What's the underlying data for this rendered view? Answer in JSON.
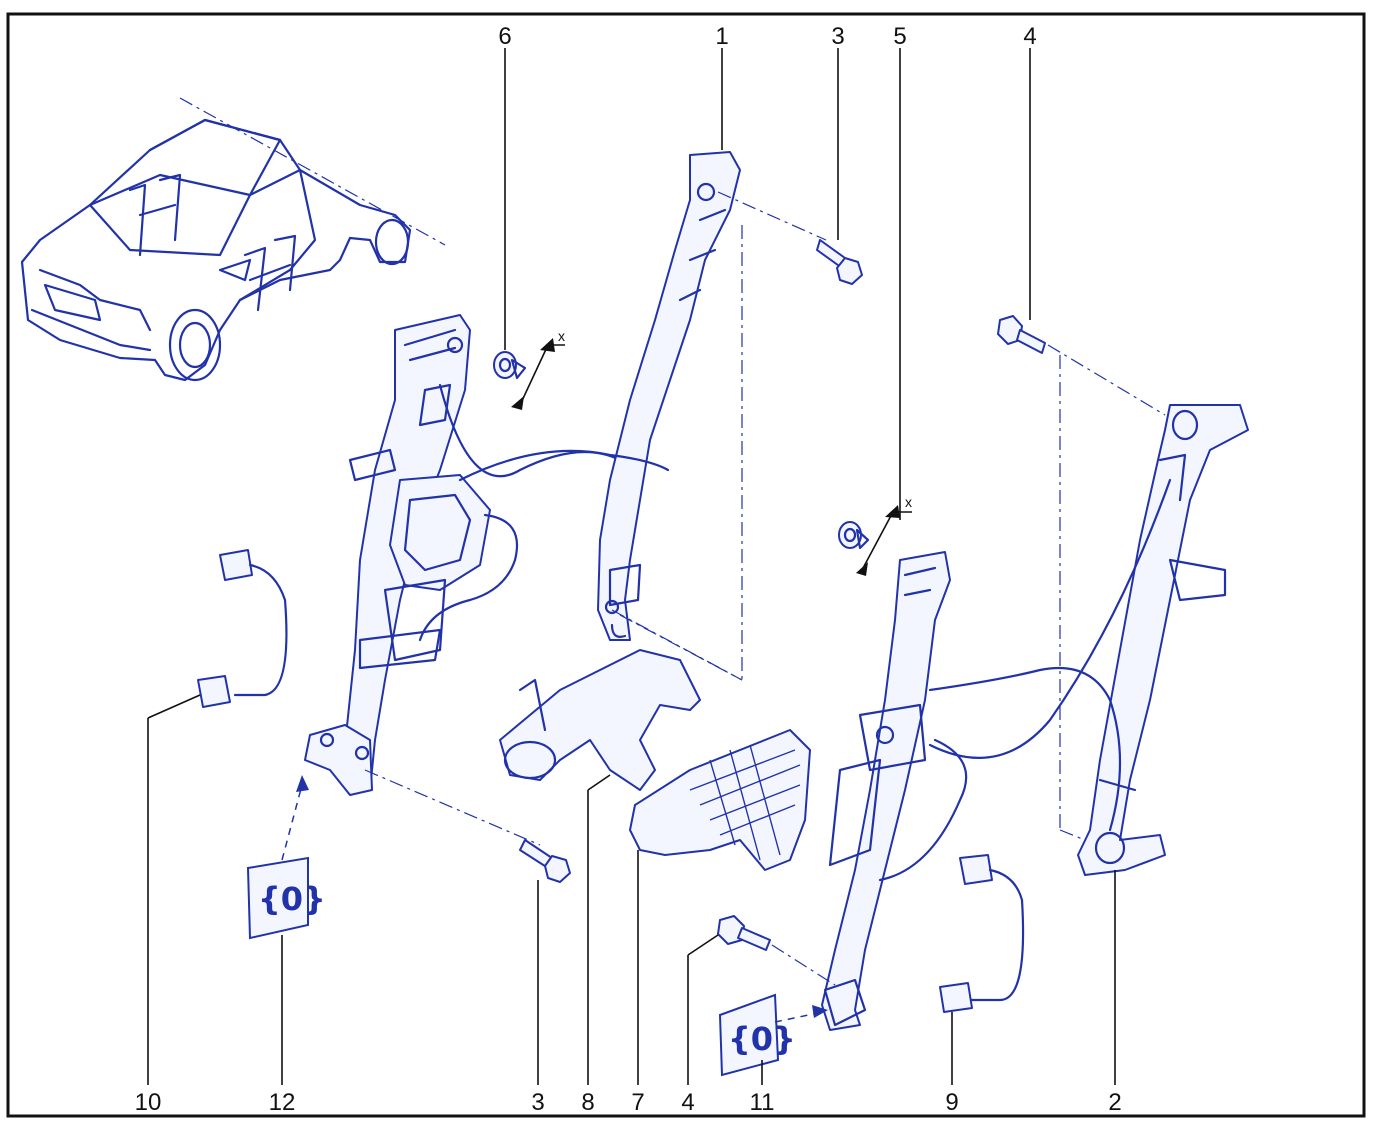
{
  "figure": {
    "callouts": {
      "c1": "1",
      "c2": "2",
      "c3_top": "3",
      "c3_bottom": "3",
      "c4_top": "4",
      "c4_bottom": "4",
      "c5": "5",
      "c6": "6",
      "c7": "7",
      "c8": "8",
      "c9": "9",
      "c10": "10",
      "c11": "11",
      "c12": "12"
    },
    "axis_marks": {
      "left": "x",
      "right": "x"
    },
    "label_glyph": "{0}"
  },
  "colors": {
    "line": "#2233aa",
    "text": "#111111",
    "frame": "#111111"
  }
}
